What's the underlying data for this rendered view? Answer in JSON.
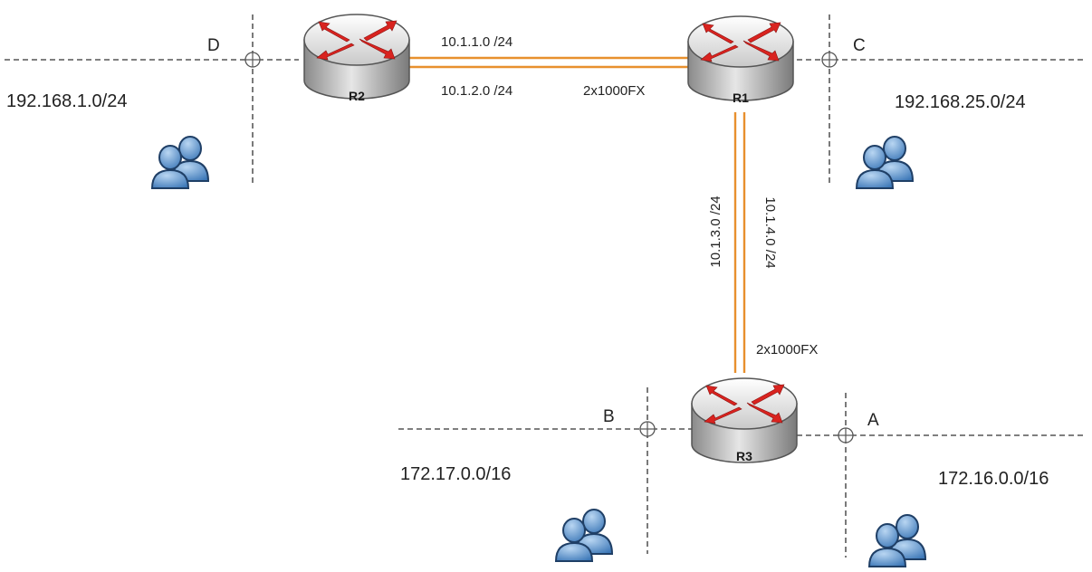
{
  "routers": [
    {
      "id": "r1",
      "label": "R1"
    },
    {
      "id": "r2",
      "label": "R2"
    },
    {
      "id": "r3",
      "label": "R3"
    }
  ],
  "links": {
    "r2_r1": {
      "subnet_a": "10.1.1.0 /24",
      "subnet_b": "10.1.2.0 /24",
      "speed": "2x1000FX"
    },
    "r1_r3": {
      "subnet_a": "10.1.3.0 /24",
      "subnet_b": "10.1.4.0 /24",
      "speed": "2x1000FX"
    }
  },
  "points": {
    "a": "A",
    "b": "B",
    "c": "C",
    "d": "D"
  },
  "networks": {
    "r2_lan": "192.168.1.0/24",
    "r1_lan": "192.168.25.0/24",
    "r3_lan_b": "172.17.0.0/16",
    "r3_lan_a": "172.16.0.0/16"
  },
  "colors": {
    "cable": "#e8902e",
    "router_arrow": "#d9231f",
    "user_icon": "#6fa3d8"
  }
}
